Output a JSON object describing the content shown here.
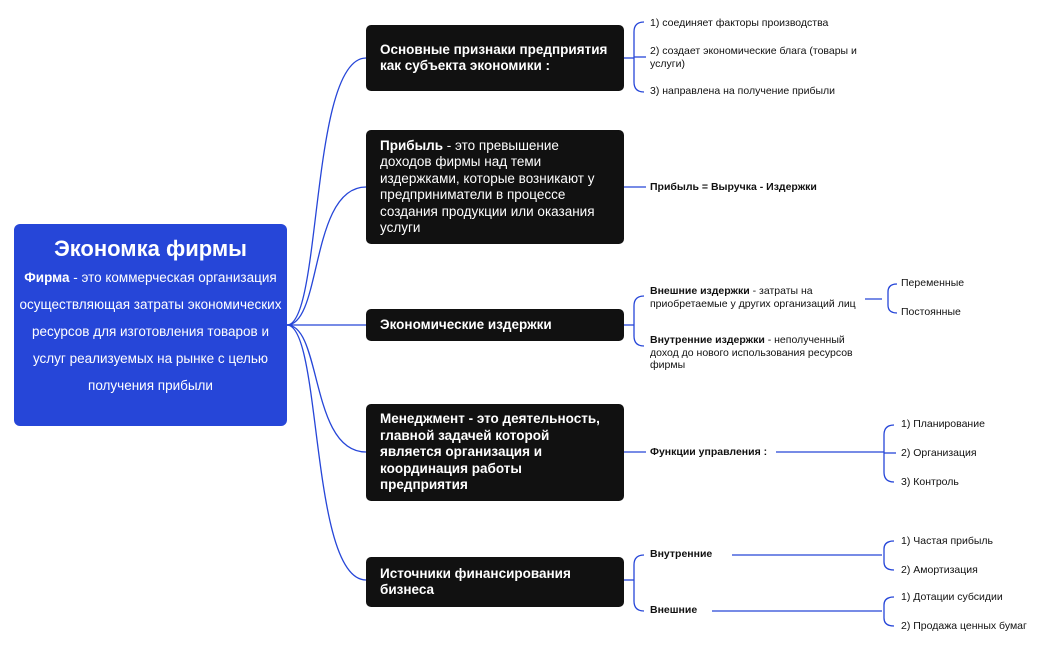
{
  "root": {
    "title": "Экономка фирмы",
    "term": "Фирма",
    "definition": " - это коммерческая организация осуществляющая затраты экономических ресурсов для изготовления товаров и услуг реализуемых на рынке с целью получения прибыли"
  },
  "branches": [
    {
      "text": " Основные признаки предприятия как субъекта экономики :",
      "children": [
        "1) соединяет факторы производства",
        "2) создает экономические блага (товары и услуги)",
        "3) направлена на получение прибыли"
      ]
    },
    {
      "term": "Прибыль",
      "text": " - это превышение доходов фирмы над теми издержками, которые возникают у предприниматели в процессе создания продукции или оказания услуги",
      "children": [
        "Прибыль = Выручка - Издержки"
      ]
    },
    {
      "text": "Экономические издержки",
      "children": [
        {
          "term": "Внешние издержки",
          "text": " - затраты на приобретаемые у других организаций лиц",
          "children": [
            "Переменные",
            "Постоянные"
          ]
        },
        {
          "term": "Внутренние издержки",
          "text": " - неполученный доход до нового использования ресурсов фирмы"
        }
      ]
    },
    {
      "text": "Менеджмент - это деятельность, главной задачей которой является организация и координация работы предприятия",
      "children": [
        {
          "text": "Функции управления :",
          "children": [
            "1) Планирование",
            "2) Организация",
            "3) Контроль"
          ]
        }
      ]
    },
    {
      "text": "Источники финансирования бизнеса",
      "children": [
        {
          "text": "Внутренние",
          "children": [
            "1) Частая прибыль",
            "2) Амортизация"
          ]
        },
        {
          "text": "Внешние",
          "children": [
            "1) Дотации субсидии",
            "2) Продажа ценных бумаг"
          ]
        }
      ]
    }
  ],
  "colors": {
    "accent": "#2646d8",
    "node": "#111111",
    "connector": "#2646d8"
  }
}
